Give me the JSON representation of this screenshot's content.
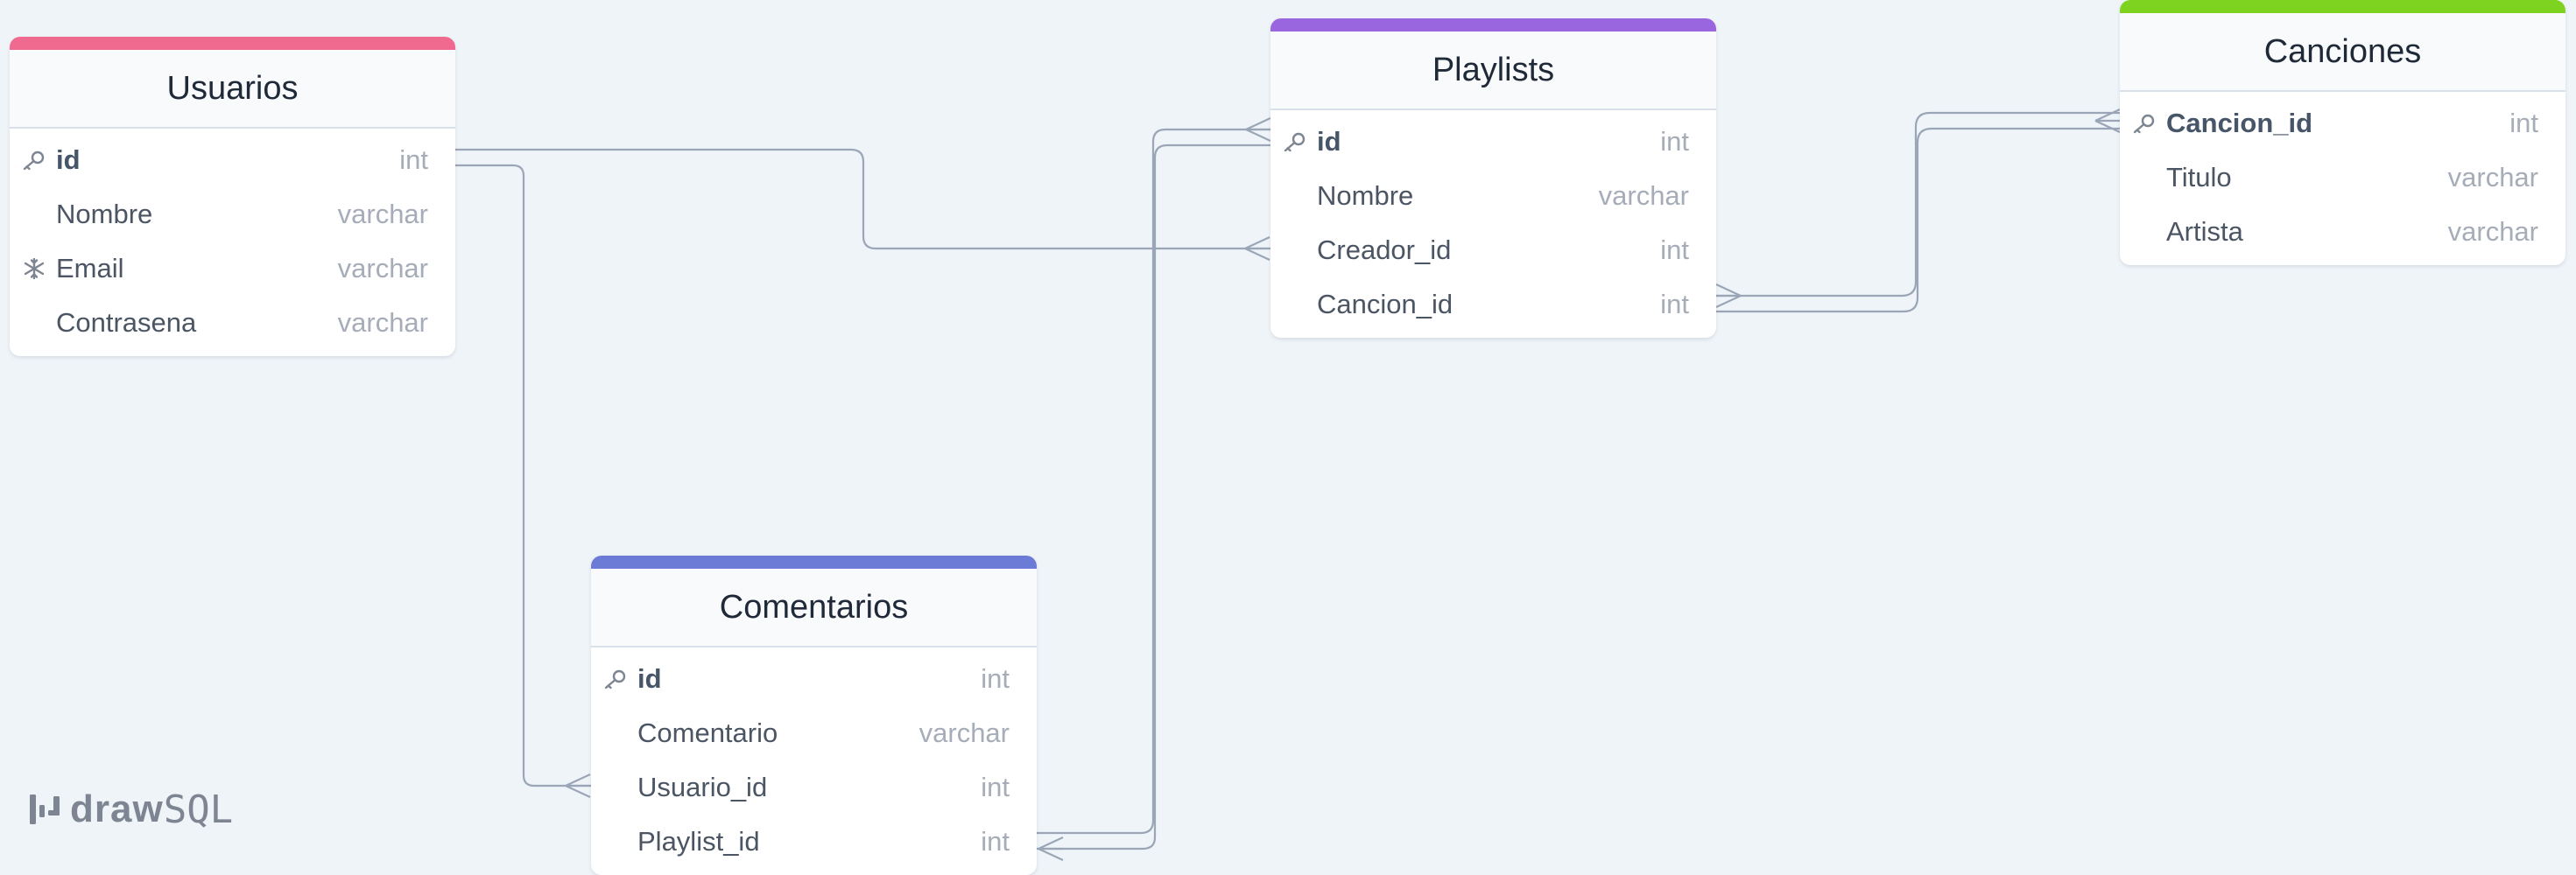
{
  "diagram": {
    "colors": {
      "background": "#eff4f8",
      "line": "#9aa6b7"
    },
    "tables": [
      {
        "id": "usuarios",
        "name": "Usuarios",
        "accent": "#f0698f",
        "fields": [
          {
            "name": "id",
            "type": "int",
            "icon": "key-icon",
            "pk": true
          },
          {
            "name": "Nombre",
            "type": "varchar",
            "icon": "",
            "pk": false
          },
          {
            "name": "Email",
            "type": "varchar",
            "icon": "snowflake-icon",
            "pk": false
          },
          {
            "name": "Contrasena",
            "type": "varchar",
            "icon": "",
            "pk": false
          }
        ]
      },
      {
        "id": "playlists",
        "name": "Playlists",
        "accent": "#9a66e0",
        "fields": [
          {
            "name": "id",
            "type": "int",
            "icon": "key-icon",
            "pk": true
          },
          {
            "name": "Nombre",
            "type": "varchar",
            "icon": "",
            "pk": false
          },
          {
            "name": "Creador_id",
            "type": "int",
            "icon": "",
            "pk": false
          },
          {
            "name": "Cancion_id",
            "type": "int",
            "icon": "",
            "pk": false
          }
        ]
      },
      {
        "id": "canciones",
        "name": "Canciones",
        "accent": "#7ed321",
        "fields": [
          {
            "name": "Cancion_id",
            "type": "int",
            "icon": "key-icon",
            "pk": true
          },
          {
            "name": "Titulo",
            "type": "varchar",
            "icon": "",
            "pk": false
          },
          {
            "name": "Artista",
            "type": "varchar",
            "icon": "",
            "pk": false
          }
        ]
      },
      {
        "id": "comentarios",
        "name": "Comentarios",
        "accent": "#6b7bd6",
        "fields": [
          {
            "name": "id",
            "type": "int",
            "icon": "key-icon",
            "pk": true
          },
          {
            "name": "Comentario",
            "type": "varchar",
            "icon": "",
            "pk": false
          },
          {
            "name": "Usuario_id",
            "type": "int",
            "icon": "",
            "pk": false
          },
          {
            "name": "Playlist_id",
            "type": "int",
            "icon": "",
            "pk": false
          }
        ]
      }
    ],
    "relations": [
      {
        "from": "Usuarios.id",
        "to": "Playlists.Creador_id"
      },
      {
        "from": "Usuarios.id",
        "to": "Comentarios.Usuario_id"
      },
      {
        "from": "Playlists.id",
        "to": "Comentarios.Playlist_id"
      },
      {
        "from": "Canciones.Cancion_id",
        "to": "Playlists.Cancion_id"
      }
    ]
  },
  "logo": {
    "text_bold": "draw",
    "text_light": "SQL",
    "icon": "drawsql-logo-icon"
  }
}
